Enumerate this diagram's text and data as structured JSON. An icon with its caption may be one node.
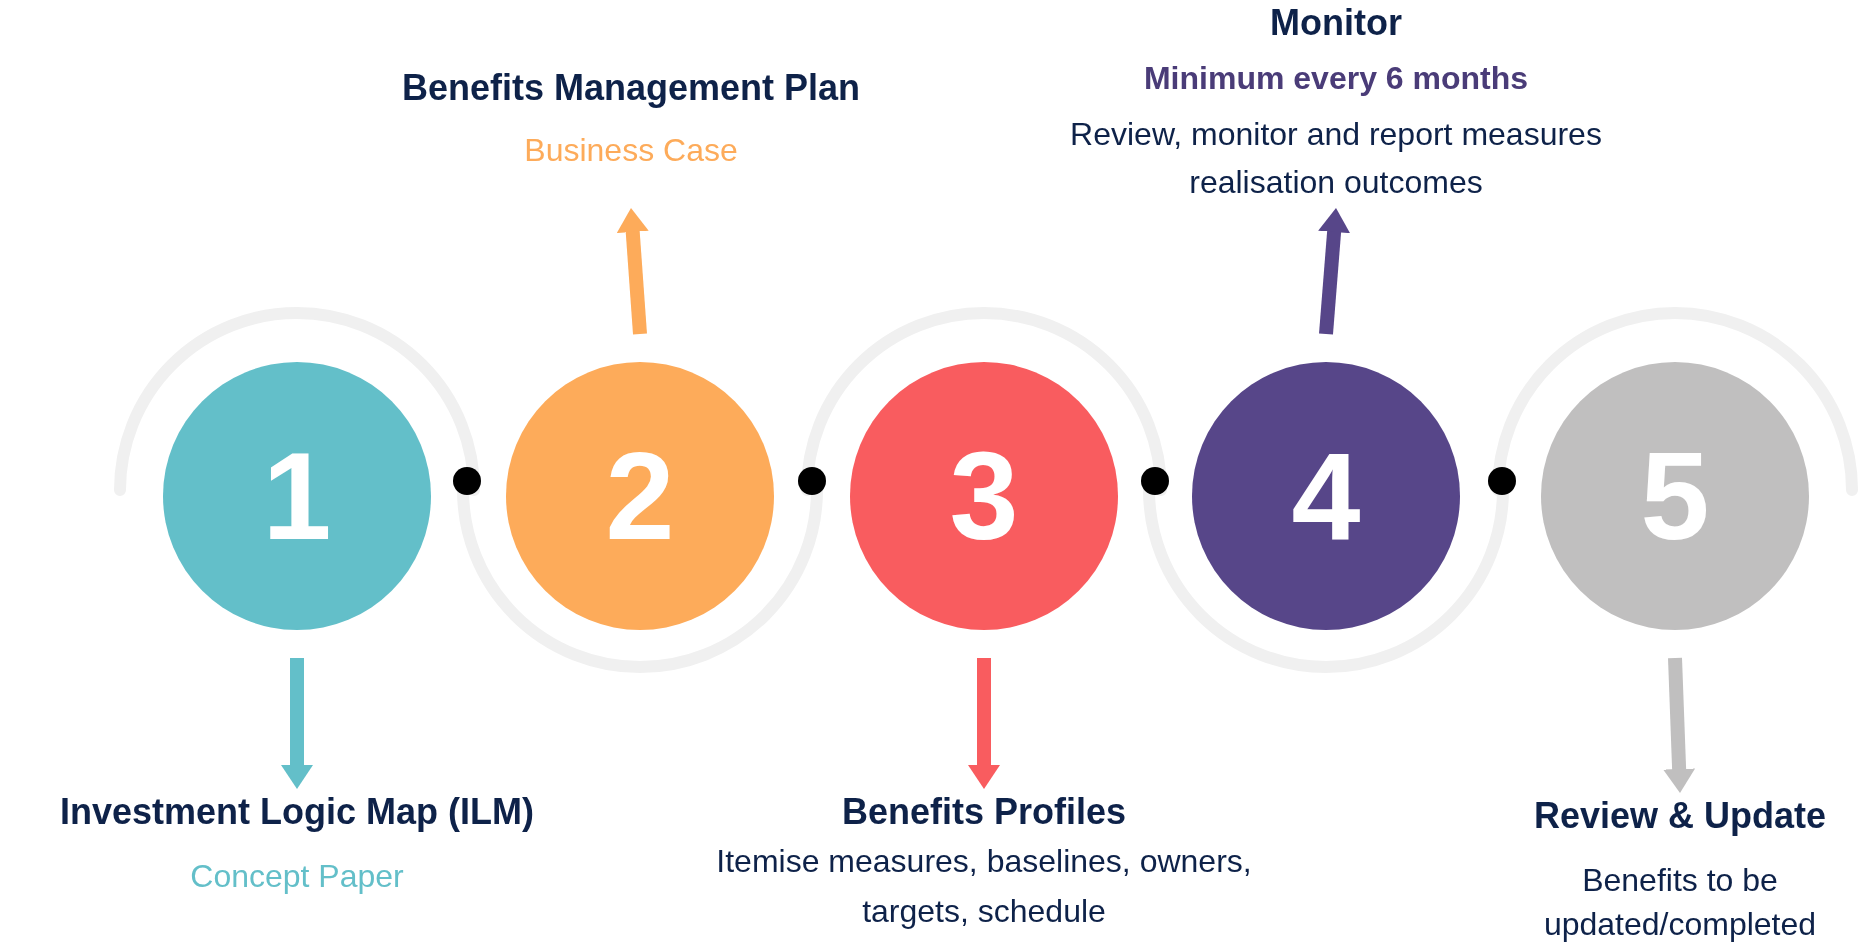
{
  "diagram": {
    "nodes": [
      {
        "text": [
          "1"
        ]
      },
      {
        "text": [
          "2"
        ]
      },
      {
        "text": [
          "3"
        ]
      },
      {
        "text": [
          "4"
        ]
      },
      {
        "text": [
          "5"
        ]
      },
      {
        "text": [
          "Investment Logic Map (ILM)",
          "Concept Paper"
        ]
      },
      {
        "text": [
          "Benefits Management Plan",
          "Business Case"
        ]
      },
      {
        "text": [
          "Benefits Profiles",
          "Itemise measures, baselines, owners, targets, schedule"
        ]
      },
      {
        "text": [
          "Monitor",
          "Minimum every 6 months",
          "Review, monitor and report measures realisation outcomes"
        ]
      },
      {
        "text": [
          "Review & Update",
          "Benefits to be updated/completed"
        ]
      }
    ],
    "edges": [
      {
        "from": 0,
        "to": 5,
        "arrow": "to",
        "color": "#63bfc9"
      },
      {
        "from": 1,
        "to": 6,
        "arrow": "to",
        "color": "#fdab5a"
      },
      {
        "from": 2,
        "to": 7,
        "arrow": "to",
        "color": "#f95c5f"
      },
      {
        "from": 3,
        "to": 8,
        "arrow": "to",
        "color": "#574689"
      },
      {
        "from": 4,
        "to": 9,
        "arrow": "to",
        "color": "#c0bfbf"
      }
    ]
  }
}
